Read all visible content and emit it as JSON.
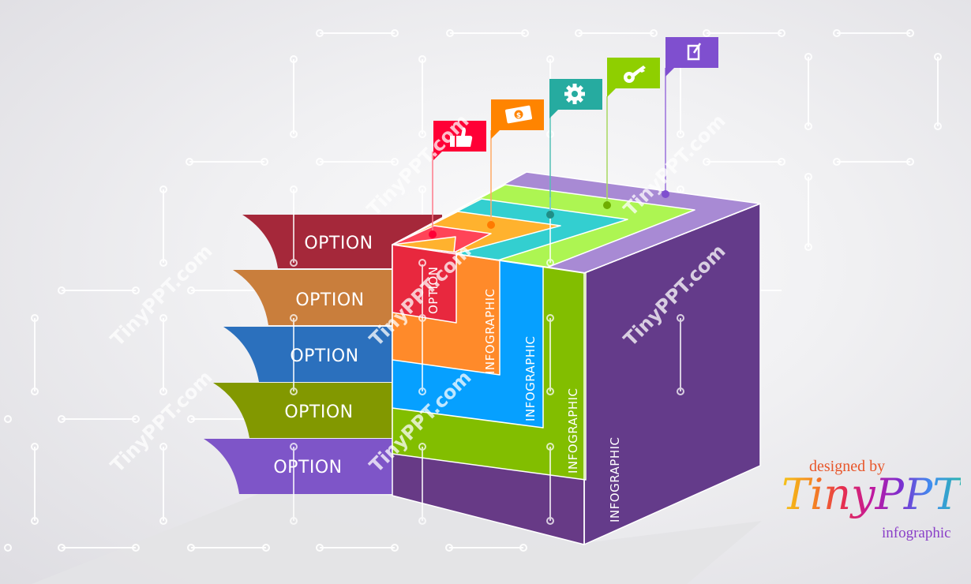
{
  "ribbons": [
    {
      "label": "OPTION",
      "color": "#a5283a"
    },
    {
      "label": "OPTION",
      "color": "#c97e3c"
    },
    {
      "label": "OPTION",
      "color": "#2b70bd"
    },
    {
      "label": "OPTION",
      "color": "#829800"
    },
    {
      "label": "OPTION",
      "color": "#7e55c8"
    }
  ],
  "cube_layers": [
    {
      "label": "OPTION",
      "front": "#e8283e",
      "top": "#ff4458"
    },
    {
      "label": "INFOGRAPHIC",
      "front": "#ff8a2a",
      "top": "#ffb22e"
    },
    {
      "label": "INFOGRAPHIC",
      "front": "#06a0ff",
      "top": "#33cfd0"
    },
    {
      "label": "INFOGRAPHIC",
      "front": "#82be00",
      "top": "#adf552"
    },
    {
      "label": "INFOGRAPHIC",
      "front": "#673a86",
      "top": "#a88ad4",
      "side": "#643b8a"
    }
  ],
  "flags": [
    {
      "icon": "thumbs-up-icon",
      "color": "#ff0036"
    },
    {
      "icon": "money-icon",
      "color": "#ff8400"
    },
    {
      "icon": "gear-icon",
      "color": "#26aba0"
    },
    {
      "icon": "key-icon",
      "color": "#8fcf00"
    },
    {
      "icon": "edit-icon",
      "color": "#7f4fcf"
    }
  ],
  "watermark": "TinyPPT.com",
  "brand": {
    "designed_by": "designed by",
    "name": "TinyPPT",
    "sub": "infographic"
  }
}
